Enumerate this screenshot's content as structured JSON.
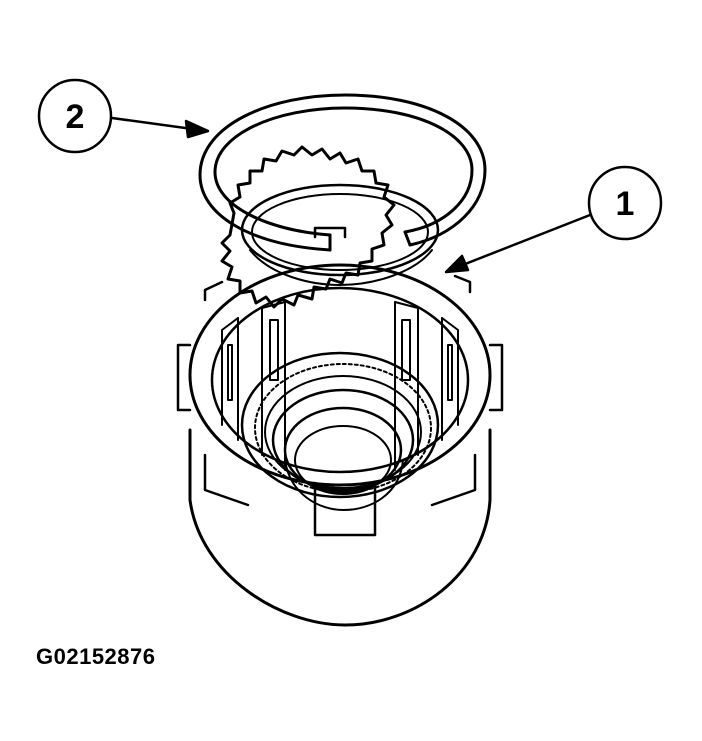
{
  "callouts": [
    {
      "label": "1"
    },
    {
      "label": "2"
    }
  ],
  "figure_code": "G02152876"
}
